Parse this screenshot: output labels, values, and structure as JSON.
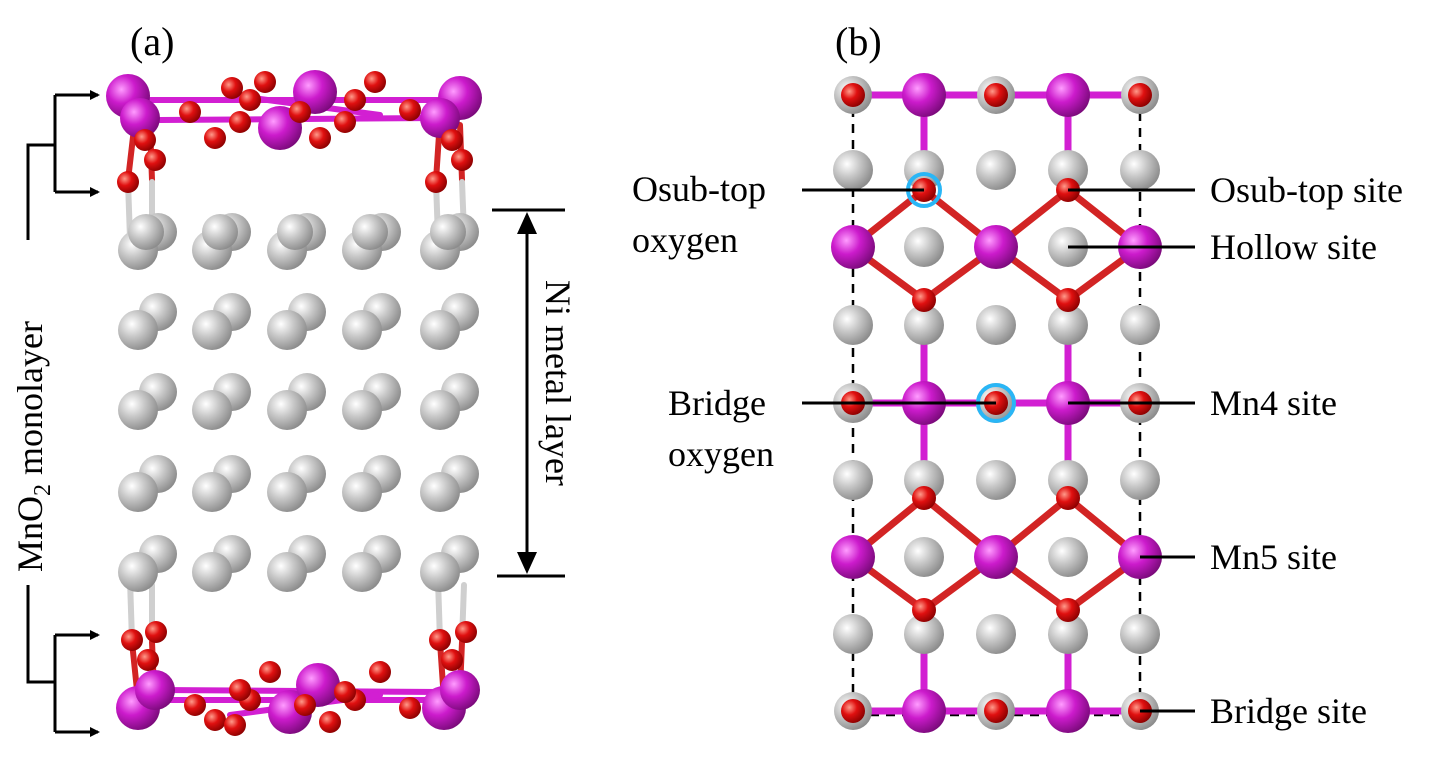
{
  "panels": {
    "a": {
      "label": "(a)"
    },
    "b": {
      "label": "(b)"
    }
  },
  "panel_a": {
    "monolayer_label_main": "MnO",
    "monolayer_label_sub": "2",
    "monolayer_label_tail": " monolayer",
    "ni_layer_label": "Ni metal layer"
  },
  "panel_b": {
    "left_labels": {
      "osub_top_oxygen": [
        "Osub-top",
        "oxygen"
      ],
      "bridge_oxygen": [
        "Bridge",
        "oxygen"
      ]
    },
    "right_labels": {
      "osub_top_site": "Osub-top site",
      "hollow_site": "Hollow site",
      "mn4_site": "Mn4 site",
      "mn5_site": "Mn5 site",
      "bridge_site": "Bridge site"
    }
  },
  "colors": {
    "ni_atom": "#bdbdbd",
    "mn_atom": "#cc1bcc",
    "o_atom": "#e01010",
    "mn_bond": "#d21fd2",
    "o_bond": "#d22424",
    "highlight_ring": "#29b6f6"
  }
}
